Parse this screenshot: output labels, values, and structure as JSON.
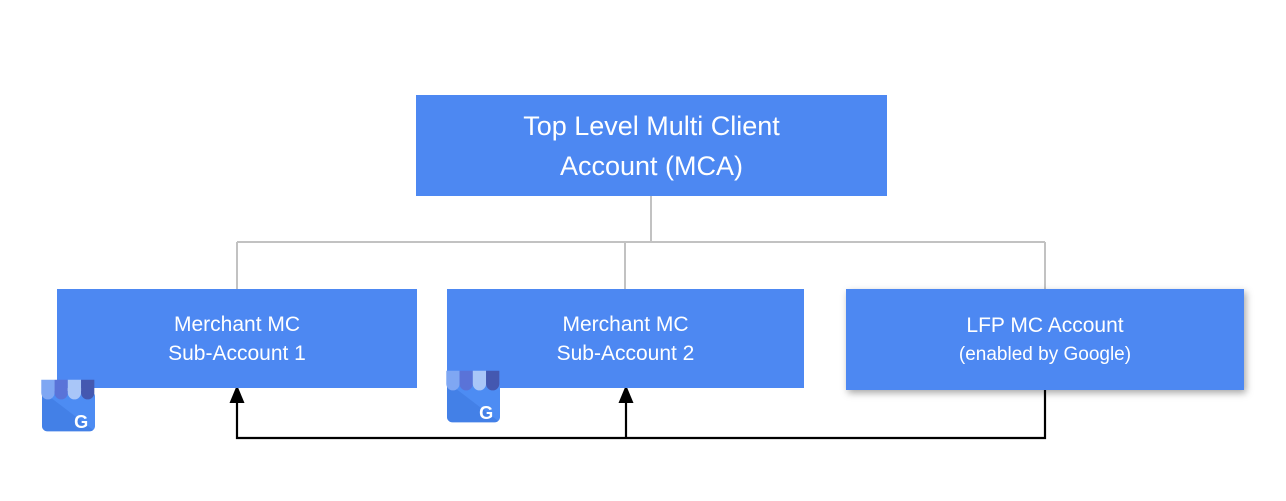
{
  "nodes": {
    "root": {
      "line1": "Top Level Multi Client",
      "line2": "Account (MCA)"
    },
    "children": [
      {
        "line1": "Merchant MC",
        "line2": "Sub-Account 1"
      },
      {
        "line1": "Merchant MC",
        "line2": "Sub-Account 2"
      },
      {
        "line1": "LFP MC Account",
        "line2": "(enabled by Google)"
      }
    ]
  },
  "icons": {
    "business_profile": {
      "name": "google-business-profile-icon",
      "letter": "G"
    }
  },
  "colors": {
    "node_fill": "#4d88f2",
    "node_text": "#ffffff",
    "tree_line": "#c2c2c2",
    "feedback_line": "#000000",
    "canvas_bg": "#ffffff",
    "icon_body": "#4d8cf3",
    "icon_awning_1": "#7fa7f3",
    "icon_awning_2": "#5a73d8",
    "icon_awning_3": "#a9c6f8",
    "icon_awning_4": "#4458b0"
  }
}
